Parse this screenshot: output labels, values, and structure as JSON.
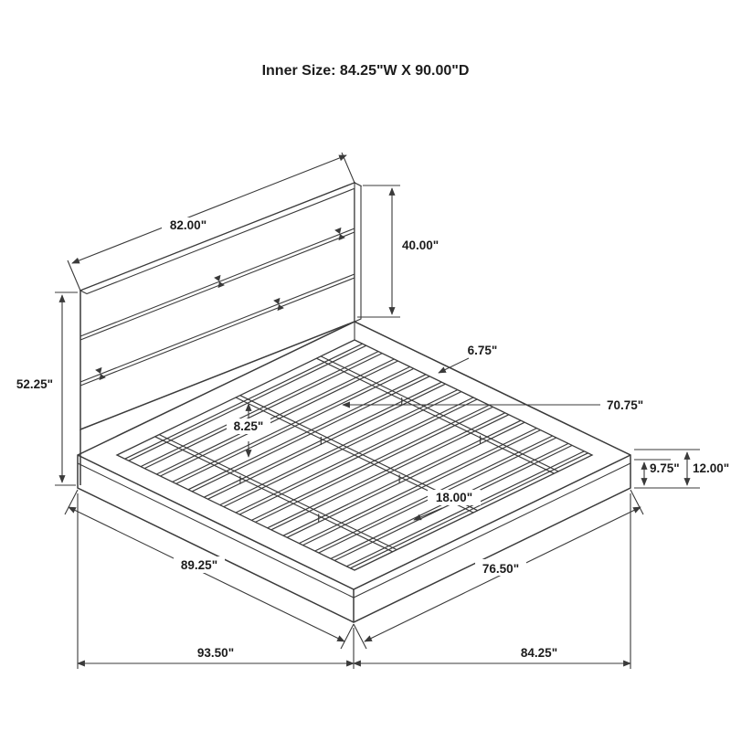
{
  "title": "Inner Size: 84.25\"W X 90.00\"D",
  "dims": {
    "headboard_width": "82.00\"",
    "headboard_panel_height": "40.00\"",
    "headboard_height": "52.25\"",
    "deck_inset": "6.75\"",
    "slat_length": "70.75\"",
    "slat_spacing": "8.25\"",
    "frame_side_height": "9.75\"",
    "base_height": "12.00\"",
    "rail_spacing": "18.00\"",
    "side_length": "89.25\"",
    "front_width": "76.50\"",
    "overall_depth": "93.50\"",
    "overall_width": "84.25\""
  }
}
